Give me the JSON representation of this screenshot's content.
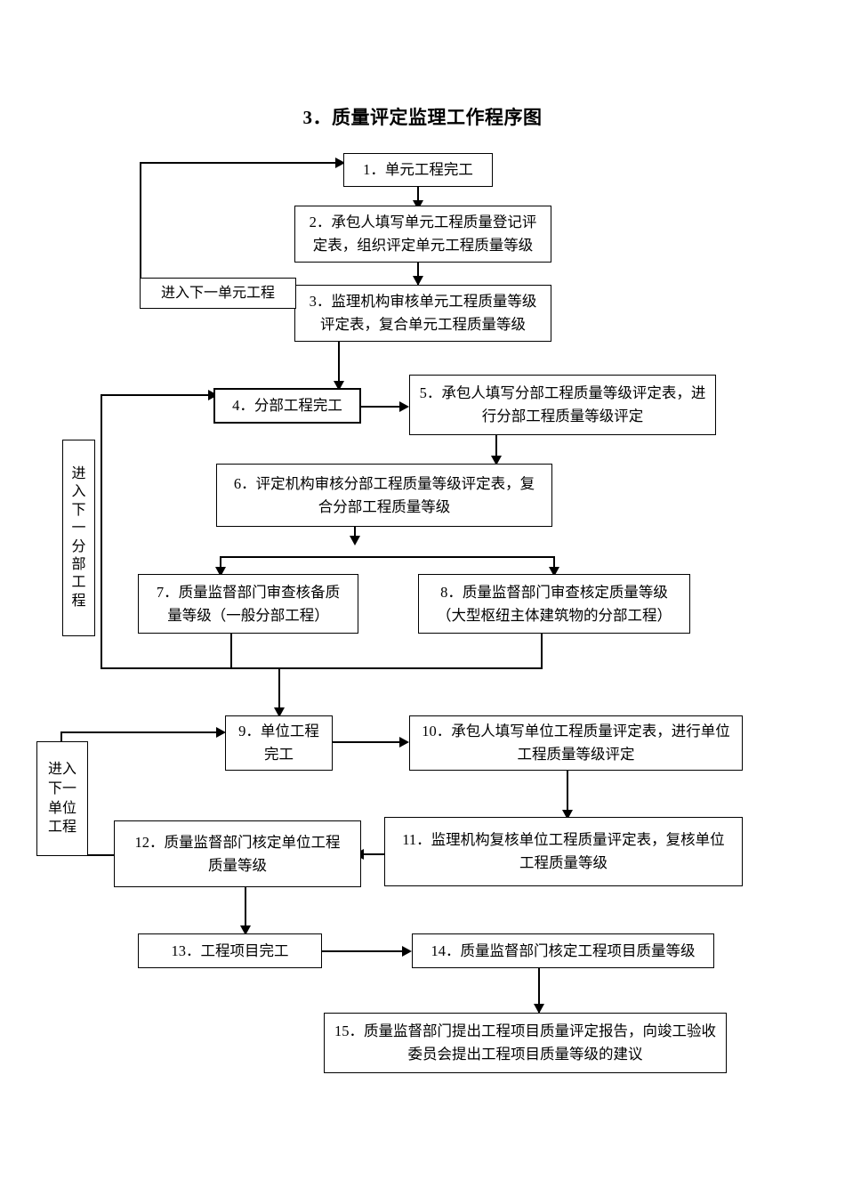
{
  "document": {
    "title_number": "3．",
    "title_text": "质量评定监理工作程序图"
  },
  "flowchart": {
    "type": "flowchart",
    "nodes": [
      {
        "id": "n1",
        "label": "1．单元工程完工"
      },
      {
        "id": "n2",
        "label": "2．承包人填写单元工程质量登记评\n定表，组织评定单元工程质量等级"
      },
      {
        "id": "n3",
        "label": "3．监理机构审核单元工程质量等级\n评定表，复合单元工程质量等级"
      },
      {
        "id": "n4",
        "label": "4．分部工程完工"
      },
      {
        "id": "n5",
        "label": "5．承包人填写分部工程质量等级评定表，进\n行分部工程质量等级评定"
      },
      {
        "id": "n6",
        "label": "6．评定机构审核分部工程质量等级评定表，复\n合分部工程质量等级"
      },
      {
        "id": "n7",
        "label": "7．质量监督部门审查核备质\n量等级（一般分部工程）"
      },
      {
        "id": "n8",
        "label": "8．质量监督部门审查核定质量等级\n（大型枢纽主体建筑物的分部工程）"
      },
      {
        "id": "n9",
        "label": "9．单位工程\n完工"
      },
      {
        "id": "n10",
        "label": "10．承包人填写单位工程质量评定表，进行单位\n工程质量等级评定"
      },
      {
        "id": "n11",
        "label": "11．监理机构复核单位工程质量评定表，复核单位\n工程质量等级"
      },
      {
        "id": "n12",
        "label": "12．质量监督部门核定单位工程\n质量等级"
      },
      {
        "id": "n13",
        "label": "13．工程项目完工"
      },
      {
        "id": "n14",
        "label": "14．质量监督部门核定工程项目质量等级"
      },
      {
        "id": "n15",
        "label": "15．质量监督部门提出工程项目质量评定报告，向竣工验收\n委员会提出工程项目质量等级的建议"
      }
    ],
    "loop_labels": [
      {
        "id": "l1",
        "label": "进入下一单元工程"
      },
      {
        "id": "l2",
        "label": "进\n入\n下\n一\n分\n部\n工\n程"
      },
      {
        "id": "l3",
        "label": "进入\n下一\n单位\n工程"
      }
    ],
    "edges": [
      {
        "from": "n1",
        "to": "n2",
        "kind": "down"
      },
      {
        "from": "n2",
        "to": "n3",
        "kind": "down"
      },
      {
        "from": "n3",
        "to": "n4",
        "kind": "down"
      },
      {
        "from": "n3",
        "to": "n1",
        "kind": "loop-left-up",
        "label": "进入下一单元工程"
      },
      {
        "from": "n4",
        "to": "n5",
        "kind": "right"
      },
      {
        "from": "n5",
        "to": "n6",
        "kind": "down"
      },
      {
        "from": "n6",
        "to": "n7",
        "kind": "split-down"
      },
      {
        "from": "n6",
        "to": "n8",
        "kind": "split-down"
      },
      {
        "from": "n7",
        "to": "n9",
        "kind": "merge-down"
      },
      {
        "from": "n8",
        "to": "n9",
        "kind": "merge-down"
      },
      {
        "from": "n7",
        "to": "n4",
        "kind": "loop-left-up",
        "label": "进入下一分部工程"
      },
      {
        "from": "n9",
        "to": "n10",
        "kind": "right"
      },
      {
        "from": "n10",
        "to": "n11",
        "kind": "down"
      },
      {
        "from": "n11",
        "to": "n12",
        "kind": "left"
      },
      {
        "from": "n12",
        "to": "n13",
        "kind": "down"
      },
      {
        "from": "n12",
        "to": "n9",
        "kind": "loop-left-up",
        "label": "进入下一单位工程"
      },
      {
        "from": "n13",
        "to": "n14",
        "kind": "right"
      },
      {
        "from": "n14",
        "to": "n15",
        "kind": "down"
      }
    ]
  },
  "style": {
    "line_color": "#000000",
    "box_fill": "#ffffff",
    "page_background": "#ffffff"
  }
}
